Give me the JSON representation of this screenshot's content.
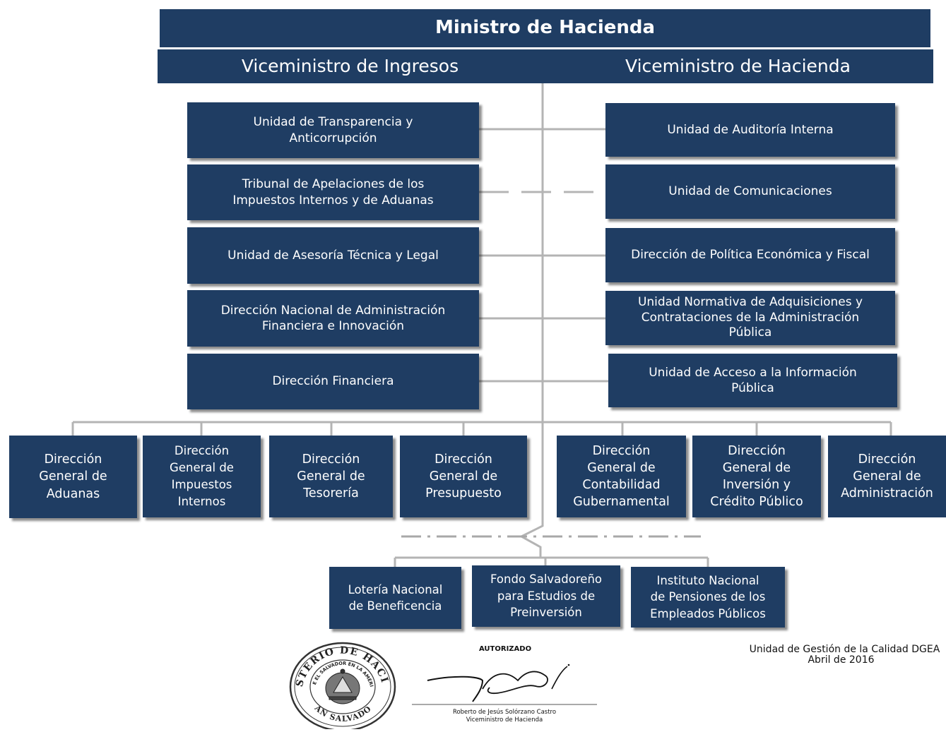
{
  "minister": "Ministro de Hacienda",
  "vice_ingresos": "Viceministro de Ingresos",
  "vice_hacienda": "Viceministro de Hacienda",
  "staff_left": [
    [
      "Unidad de Transparencia y",
      "Anticorrupción"
    ],
    [
      "Tribunal de Apelaciones de los",
      "Impuestos Internos y de Aduanas"
    ],
    [
      "Unidad de Asesoría Técnica y Legal"
    ],
    [
      "Dirección Nacional de Administración",
      "Financiera e Innovación"
    ],
    [
      "Dirección Financiera"
    ]
  ],
  "staff_right": [
    [
      "Unidad de Auditoría Interna"
    ],
    [
      "Unidad de Comunicaciones"
    ],
    [
      "Dirección de Política Económica y Fiscal"
    ],
    [
      "Unidad Normativa de Adquisiciones y",
      "Contrataciones de la Administración",
      "Pública"
    ],
    [
      "Unidad de Acceso a la Información",
      "Pública"
    ]
  ],
  "directorates": [
    [
      "Dirección",
      "General de",
      "Aduanas"
    ],
    [
      "Dirección",
      "General de",
      "Impuestos",
      "Internos"
    ],
    [
      "Dirección",
      "General de",
      "Tesorería"
    ],
    [
      "Dirección",
      "General de",
      "Presupuesto"
    ],
    [
      "Dirección",
      "General de",
      "Contabilidad",
      "Gubernamental"
    ],
    [
      "Dirección",
      "General de",
      "Inversión y",
      "Crédito Público"
    ],
    [
      "Dirección",
      "General de",
      "Administración"
    ]
  ],
  "entities": [
    [
      "Lotería Nacional",
      "de Beneficencia"
    ],
    [
      "Fondo Salvadoreño",
      "para Estudios de",
      "Preinversión"
    ],
    [
      "Instituto Nacional",
      "de Pensiones de los",
      "Empleados Públicos"
    ]
  ],
  "footer": {
    "authorized": "AUTORIZADO",
    "signer_name": "Roberto de Jesús Solórzano Castro",
    "signer_title": "Viceministro de Hacienda",
    "quality_unit": "Unidad de Gestión de la Calidad DGEA",
    "date": "Abril de 2016",
    "seal_top_text": "MINISTERIO DE HACIENDA",
    "seal_inner_text": "REPÚBLICA DE EL SALVADOR EN LA AMÉRICA CENTRAL",
    "seal_bottom_text": "SAN SALVADOR"
  },
  "colors": {
    "box": "#1f3d63",
    "line": "#b4b4b4"
  }
}
